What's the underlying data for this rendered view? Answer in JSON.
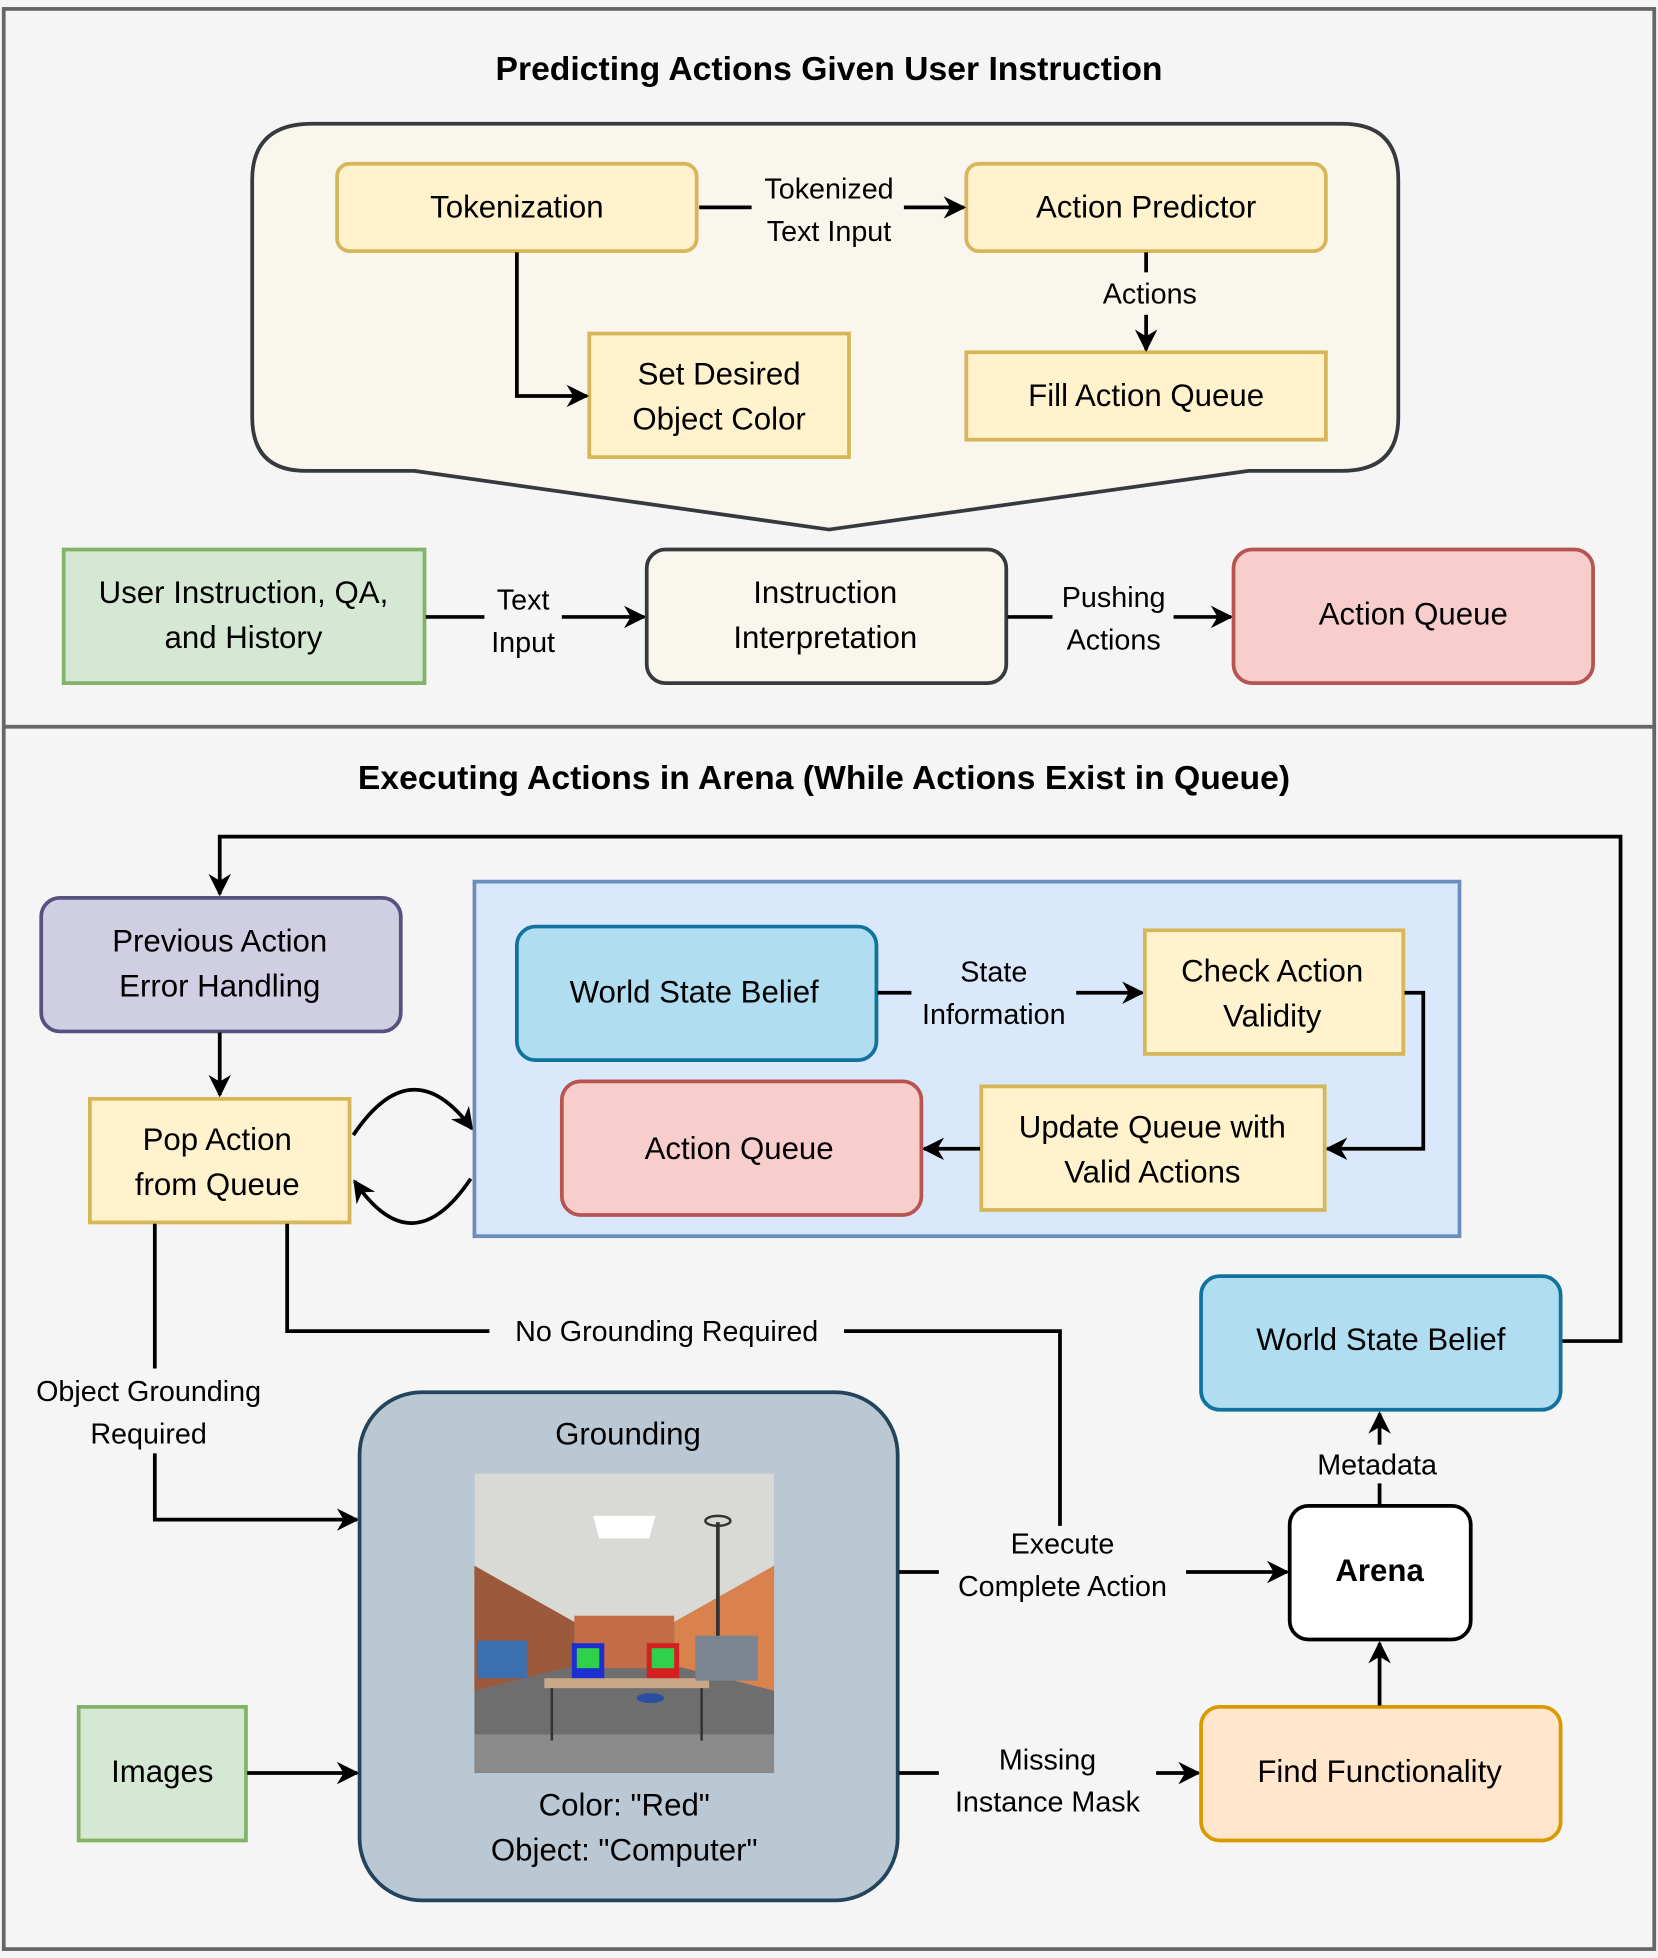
{
  "sections": {
    "top_title": "Predicting Actions Given User Instruction",
    "bottom_title": "Executing Actions in Arena (While Actions Exist in Queue)"
  },
  "top": {
    "tokenization": "Tokenization",
    "tokenized_edge": [
      "Tokenized",
      "Text Input"
    ],
    "action_predictor": "Action Predictor",
    "actions_edge": "Actions",
    "set_color": [
      "Set Desired",
      "Object Color"
    ],
    "fill_queue": "Fill Action Queue",
    "user_instruction": [
      "User Instruction, QA,",
      "and History"
    ],
    "text_input_edge": [
      "Text",
      "Input"
    ],
    "instruction_interpretation": [
      "Instruction",
      "Interpretation"
    ],
    "pushing_edge": [
      "Pushing",
      "Actions"
    ],
    "action_queue": "Action Queue"
  },
  "bottom": {
    "prev_error": [
      "Previous Action",
      "Error Handling"
    ],
    "pop_action": [
      "Pop Action",
      "from Queue"
    ],
    "world_state_inner": "World State Belief",
    "state_info_edge": [
      "State",
      "Information"
    ],
    "check_validity": [
      "Check Action",
      "Validity"
    ],
    "update_queue": [
      "Update Queue with",
      "Valid Actions"
    ],
    "action_queue_inner": "Action Queue",
    "no_grounding_edge": "No Grounding Required",
    "object_grounding_edge": [
      "Object Grounding",
      "Required"
    ],
    "world_state_outer": "World State Belief",
    "grounding_title": "Grounding",
    "grounding_color": "Color: \"Red\"",
    "grounding_object": "Object: \"Computer\"",
    "images": "Images",
    "execute_edge": [
      "Execute",
      "Complete Action"
    ],
    "missing_edge": [
      "Missing",
      "Instance Mask"
    ],
    "metadata_edge": "Metadata",
    "arena": "Arena",
    "find_functionality": "Find Functionality"
  },
  "colors": {
    "yellow_fill": "#fff2cc",
    "yellow_stroke": "#d6b656",
    "green_fill": "#d5e8d4",
    "green_stroke": "#82b366",
    "red_fill": "#f8cecc",
    "red_stroke": "#b85450",
    "blue_fill": "#b1ddf0",
    "blue_stroke": "#10739e",
    "purple_fill": "#d0cee2",
    "purple_stroke": "#56517e",
    "orange_fill": "#ffe6cc",
    "orange_stroke": "#d79b00",
    "container_fill": "#dae8fc",
    "container_stroke": "#6c8ebf",
    "grounding_fill": "#bac8d3",
    "grounding_stroke": "#23445d"
  }
}
